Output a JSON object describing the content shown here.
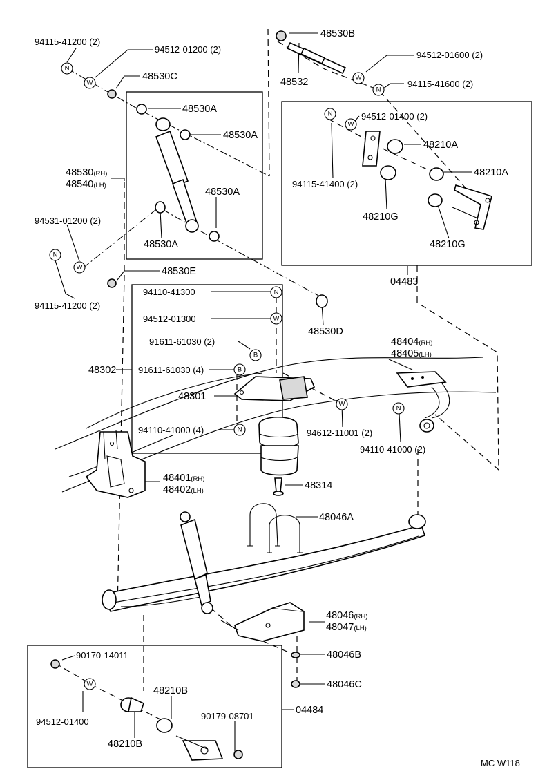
{
  "labels": {
    "p94115_41200_top": "94115-41200 (2)",
    "p94512_01200": "94512-01200 (2)",
    "p48530C": "48530C",
    "p48530B": "48530B",
    "p48532": "48532",
    "p94512_01600": "94512-01600 (2)",
    "p94115_41600": "94115-41600 (2)",
    "p48530A_1": "48530A",
    "p48530A_2": "48530A",
    "p48530A_3": "48530A",
    "p48530A_4": "48530A",
    "p48530_rh": "48530",
    "p48540_lh": "48540",
    "rh": "(RH)",
    "lh": "(LH)",
    "p94512_01400_top": "94512-01400 (2)",
    "p48210A_1": "48210A",
    "p48210A_2": "48210A",
    "p94115_41400": "94115-41400 (2)",
    "p48210G_1": "48210G",
    "p48210G_2": "48210G",
    "p94531_01200": "94531-01200 (2)",
    "p48530E": "48530E",
    "p94115_41200_low": "94115-41200 (2)",
    "p04483": "04483",
    "p94110_41300": "94110-41300",
    "p94512_01300": "94512-01300",
    "p48530D": "48530D",
    "p91611_61030_2": "91611-61030 (2)",
    "p91611_61030_4": "91611-61030 (4)",
    "p48302": "48302",
    "p48301": "48301",
    "p48404": "48404",
    "p48405": "48405",
    "p94612_11001": "94612-11001 (2)",
    "p94110_41000_4": "94110-41000 (4)",
    "p94110_41000_2": "94110-41000 (2)",
    "p48401": "48401",
    "p48402": "48402",
    "p48314": "48314",
    "p48046A": "48046A",
    "p48046": "48046",
    "p48047": "48047",
    "p48046B": "48046B",
    "p48046C": "48046C",
    "p90170_14011": "90170-14011",
    "p48210B_1": "48210B",
    "p48210B_2": "48210B",
    "p94512_01400_low": "94512-01400",
    "p90179_08701": "90179-08701",
    "p04484": "04484",
    "code": "MC W118"
  },
  "markers": {
    "nut": "N",
    "washer": "W",
    "bolt": "B"
  }
}
